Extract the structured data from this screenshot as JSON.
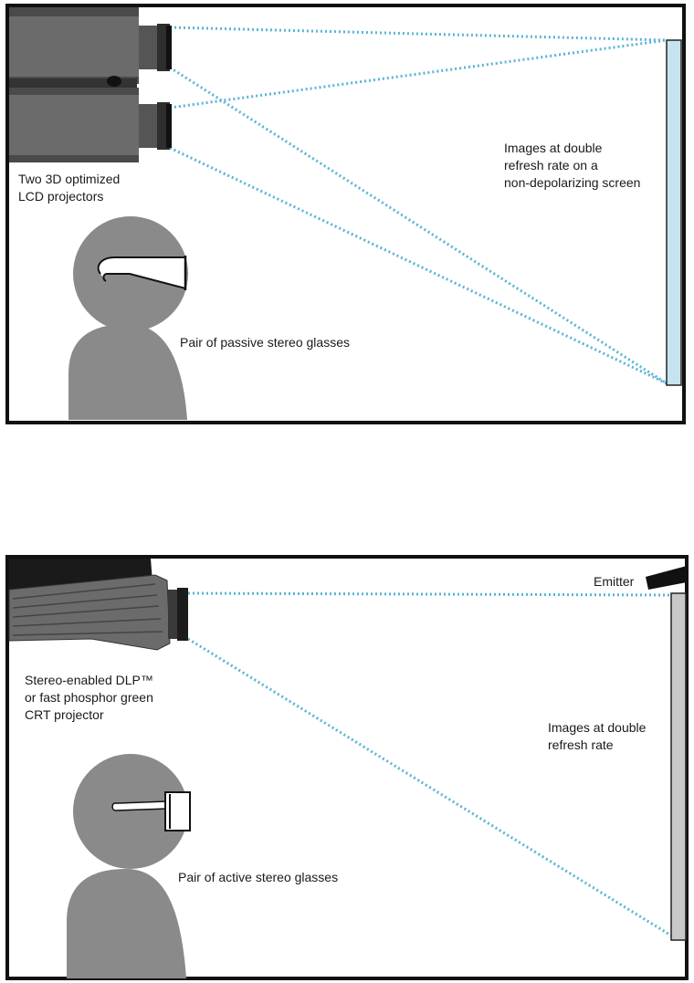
{
  "panel1": {
    "projector_label": [
      "Two 3D optimized",
      "LCD projectors"
    ],
    "screen_label": [
      "Images at double",
      "refresh rate on a",
      "non-depolarizing screen"
    ],
    "glasses_label": "Pair of passive stereo glasses"
  },
  "panel2": {
    "emitter_label": "Emitter",
    "projector_label": [
      "Stereo-enabled DLP™",
      "or fast phosphor green",
      "CRT projector"
    ],
    "screen_label": [
      "Images at double",
      "refresh rate"
    ],
    "glasses_label": "Pair of active stereo glasses"
  },
  "colors": {
    "ray": "#5ab4d6",
    "screen_passive": "#c6e3f0",
    "screen_active": "#c8c8c8",
    "figure": "#8a8a8a",
    "projector_dark": "#4a4a4a",
    "projector_mid": "#6b6b6b"
  }
}
